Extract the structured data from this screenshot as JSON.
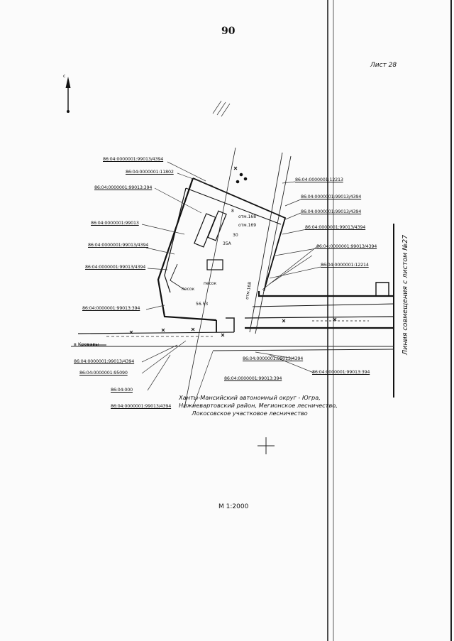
{
  "page_number": "90",
  "sheet_label": "Лист 28",
  "north_mark": "с",
  "scale_label": "М 1:2000",
  "junction_line_label": "Линия совмещения с листом №27",
  "place_lines": [
    "Ханты-Мансийский автономный округ - Югра,",
    "Нижневартовский район, Мегионское лесничество,",
    "Локосовское участковое лесничество"
  ],
  "direction_label": "в Кровавы",
  "parcels": [
    "86:04:0000001:99013/4394",
    "86:04:0000001:11802",
    "86:04:0000001:99013:394",
    "86:04:0000001:99013",
    "86:04:0000001:99013/4394",
    "86:04:0000001:99013/4394",
    "86:04:0000001:99013:394",
    "86:04:0000001:12213",
    "86:04:0000001:99013/4394",
    "86:04:0000001:99013/4394",
    "86:04:0000001:99013/4394",
    "86:04:0000001:99013/4394",
    "86:04:0000001:12214",
    "86:04:0000001:99013/4394",
    "86:04:0000001:95090",
    "86:04:000",
    "86:04:0000001:99013/4394",
    "86:04:0000001:99013:394",
    "86:04:0000001:99013/4394",
    "86:04:0000001:99013:394"
  ],
  "map_annotations": {
    "pesok_1": "песок",
    "pesok_2": "песок",
    "elev_1": "отм.168",
    "elev_2": "отм.169",
    "elev_3": "отм.168",
    "val_1": "56.53",
    "val_2": "30",
    "val_3": "35А",
    "val_4": "8"
  }
}
